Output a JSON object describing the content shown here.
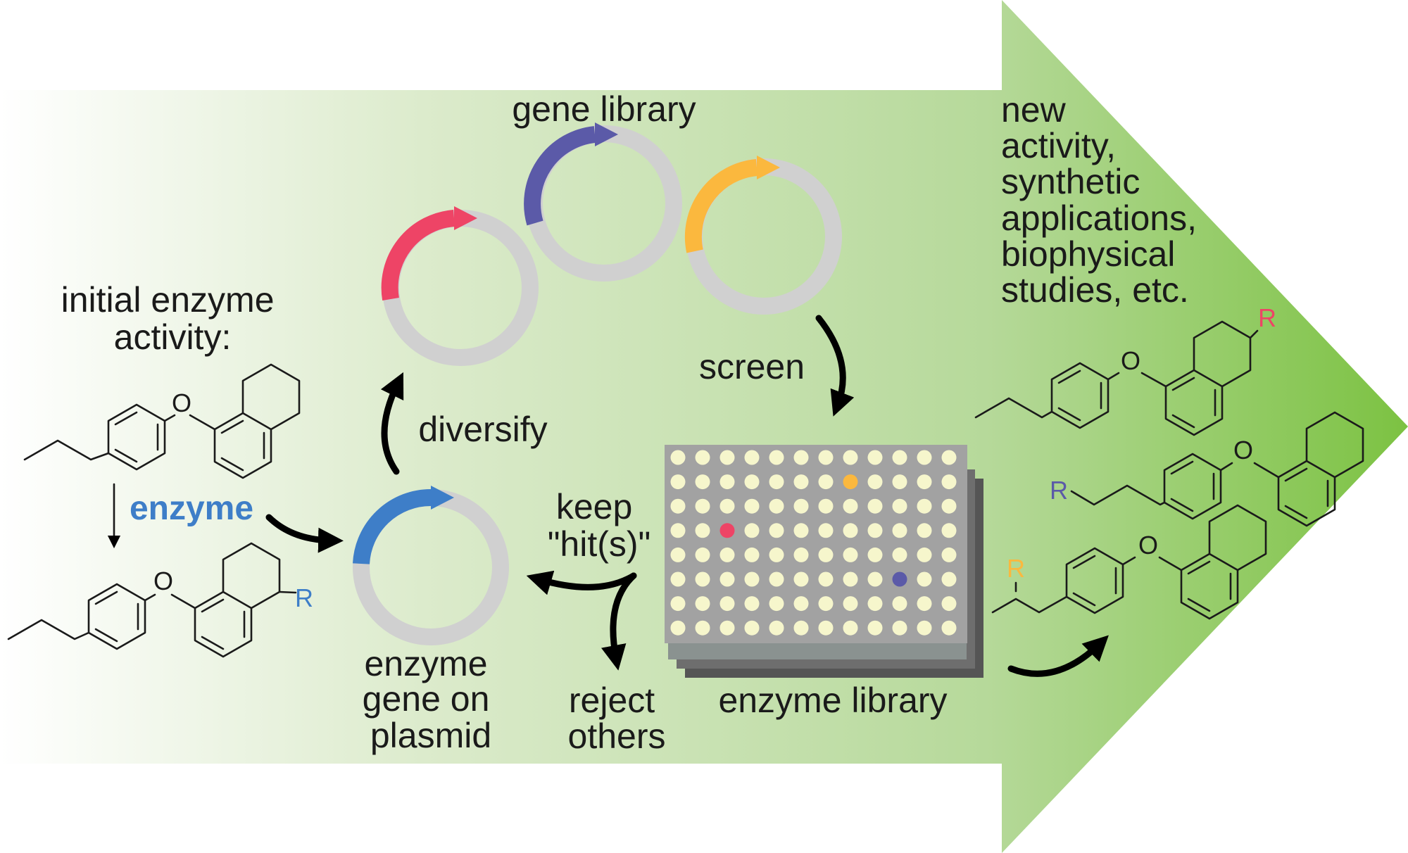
{
  "colors": {
    "arrow_gradient_start": "#ffffff",
    "arrow_gradient_end": "#7cc242",
    "ring_gray": "#d0d0d0",
    "red": "#ee4466",
    "purple": "#5b5aa8",
    "yellow": "#fbb83e",
    "blue": "#3e7ec8",
    "plate_gray": "#a2a2a2",
    "well_cream": "#f6f6cc"
  },
  "labels": {
    "initial": [
      "initial enzyme",
      "activity:"
    ],
    "enzyme": "enzyme",
    "plasmid": [
      "enzyme",
      "gene on",
      "plasmid"
    ],
    "diversify": "diversify",
    "gene_library": "gene library",
    "screen": "screen",
    "keep": [
      "keep",
      "\"hit(s)\""
    ],
    "reject": [
      "reject",
      "others"
    ],
    "enzyme_library": "enzyme library",
    "outcome": [
      "new",
      "activity,",
      "synthetic",
      "applications,",
      "biophysical",
      "studies, etc."
    ]
  },
  "atoms": {
    "oxygen": "O",
    "r_group": "R"
  },
  "icons": {
    "plasmid": "circular-plasmid-icon",
    "plate": "well-plate-icon",
    "arrow": "curved-arrow-icon"
  }
}
